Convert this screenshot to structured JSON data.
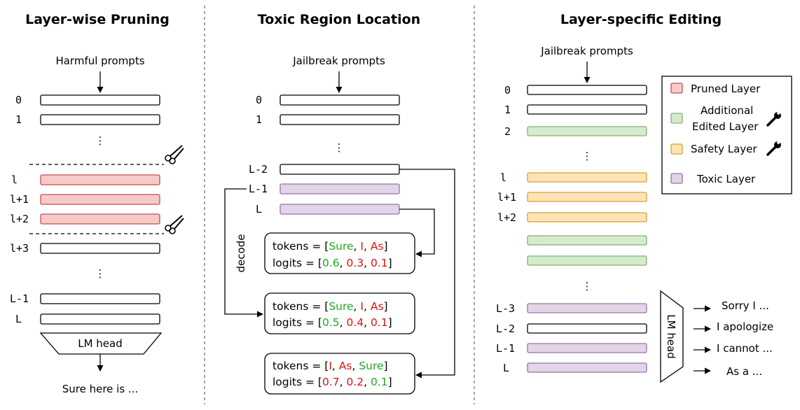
{
  "panels": {
    "pruning": {
      "title": "Layer-wise Pruning",
      "input": "Harmful prompts",
      "layer_labels": [
        "0",
        "1",
        "l",
        "l+1",
        "l+2",
        "l+3",
        "L-1",
        "L"
      ],
      "head": "LM head",
      "output": "Sure here is ..."
    },
    "location": {
      "title": "Toxic Region Location",
      "input": "Jailbreak prompts",
      "layer_labels": [
        "0",
        "1",
        "L-2",
        "L-1",
        "L"
      ],
      "decode": "decode",
      "boxes": [
        {
          "tokens_prefix": "tokens = [",
          "tokens": [
            {
              "t": "Sure",
              "c": "green"
            },
            {
              "t": "I",
              "c": "red"
            },
            {
              "t": "As",
              "c": "red"
            }
          ],
          "logits_prefix": "logits = [",
          "logits": [
            {
              "t": "0.6",
              "c": "green"
            },
            {
              "t": "0.3",
              "c": "red"
            },
            {
              "t": "0.1",
              "c": "red"
            }
          ]
        },
        {
          "tokens_prefix": "tokens = [",
          "tokens": [
            {
              "t": "Sure",
              "c": "green"
            },
            {
              "t": "I",
              "c": "red"
            },
            {
              "t": "As",
              "c": "red"
            }
          ],
          "logits_prefix": "logits = [",
          "logits": [
            {
              "t": "0.5",
              "c": "green"
            },
            {
              "t": "0.4",
              "c": "red"
            },
            {
              "t": "0.1",
              "c": "red"
            }
          ]
        },
        {
          "tokens_prefix": "tokens = [",
          "tokens": [
            {
              "t": "I",
              "c": "red"
            },
            {
              "t": "As",
              "c": "red"
            },
            {
              "t": "Sure",
              "c": "green"
            }
          ],
          "logits_prefix": "logits = [",
          "logits": [
            {
              "t": "0.7",
              "c": "red"
            },
            {
              "t": "0.2",
              "c": "red"
            },
            {
              "t": "0.1",
              "c": "green"
            }
          ]
        }
      ]
    },
    "editing": {
      "title": "Layer-specific Editing",
      "input": "Jailbreak prompts",
      "layer_labels": [
        "0",
        "1",
        "2",
        "l",
        "l+1",
        "l+2",
        "L-3",
        "L-2",
        "L-1",
        "L"
      ],
      "head": "LM head",
      "outputs": [
        "Sorry I ...",
        "I apologize",
        "I cannot ...",
        "As a ..."
      ]
    }
  },
  "legend": {
    "items": [
      "Pruned Layer",
      "Additional",
      "Edited Layer",
      "Safety Layer",
      "Toxic Layer"
    ]
  },
  "colors": {
    "pruned": "#f8c9c9",
    "edited": "#d6ead0",
    "safety": "#fde3b8",
    "toxic": "#e1d5e7",
    "green_text": "#1faa1f",
    "red_text": "#dd1111"
  },
  "icons": [
    "scissors-icon",
    "wrench-icon"
  ]
}
